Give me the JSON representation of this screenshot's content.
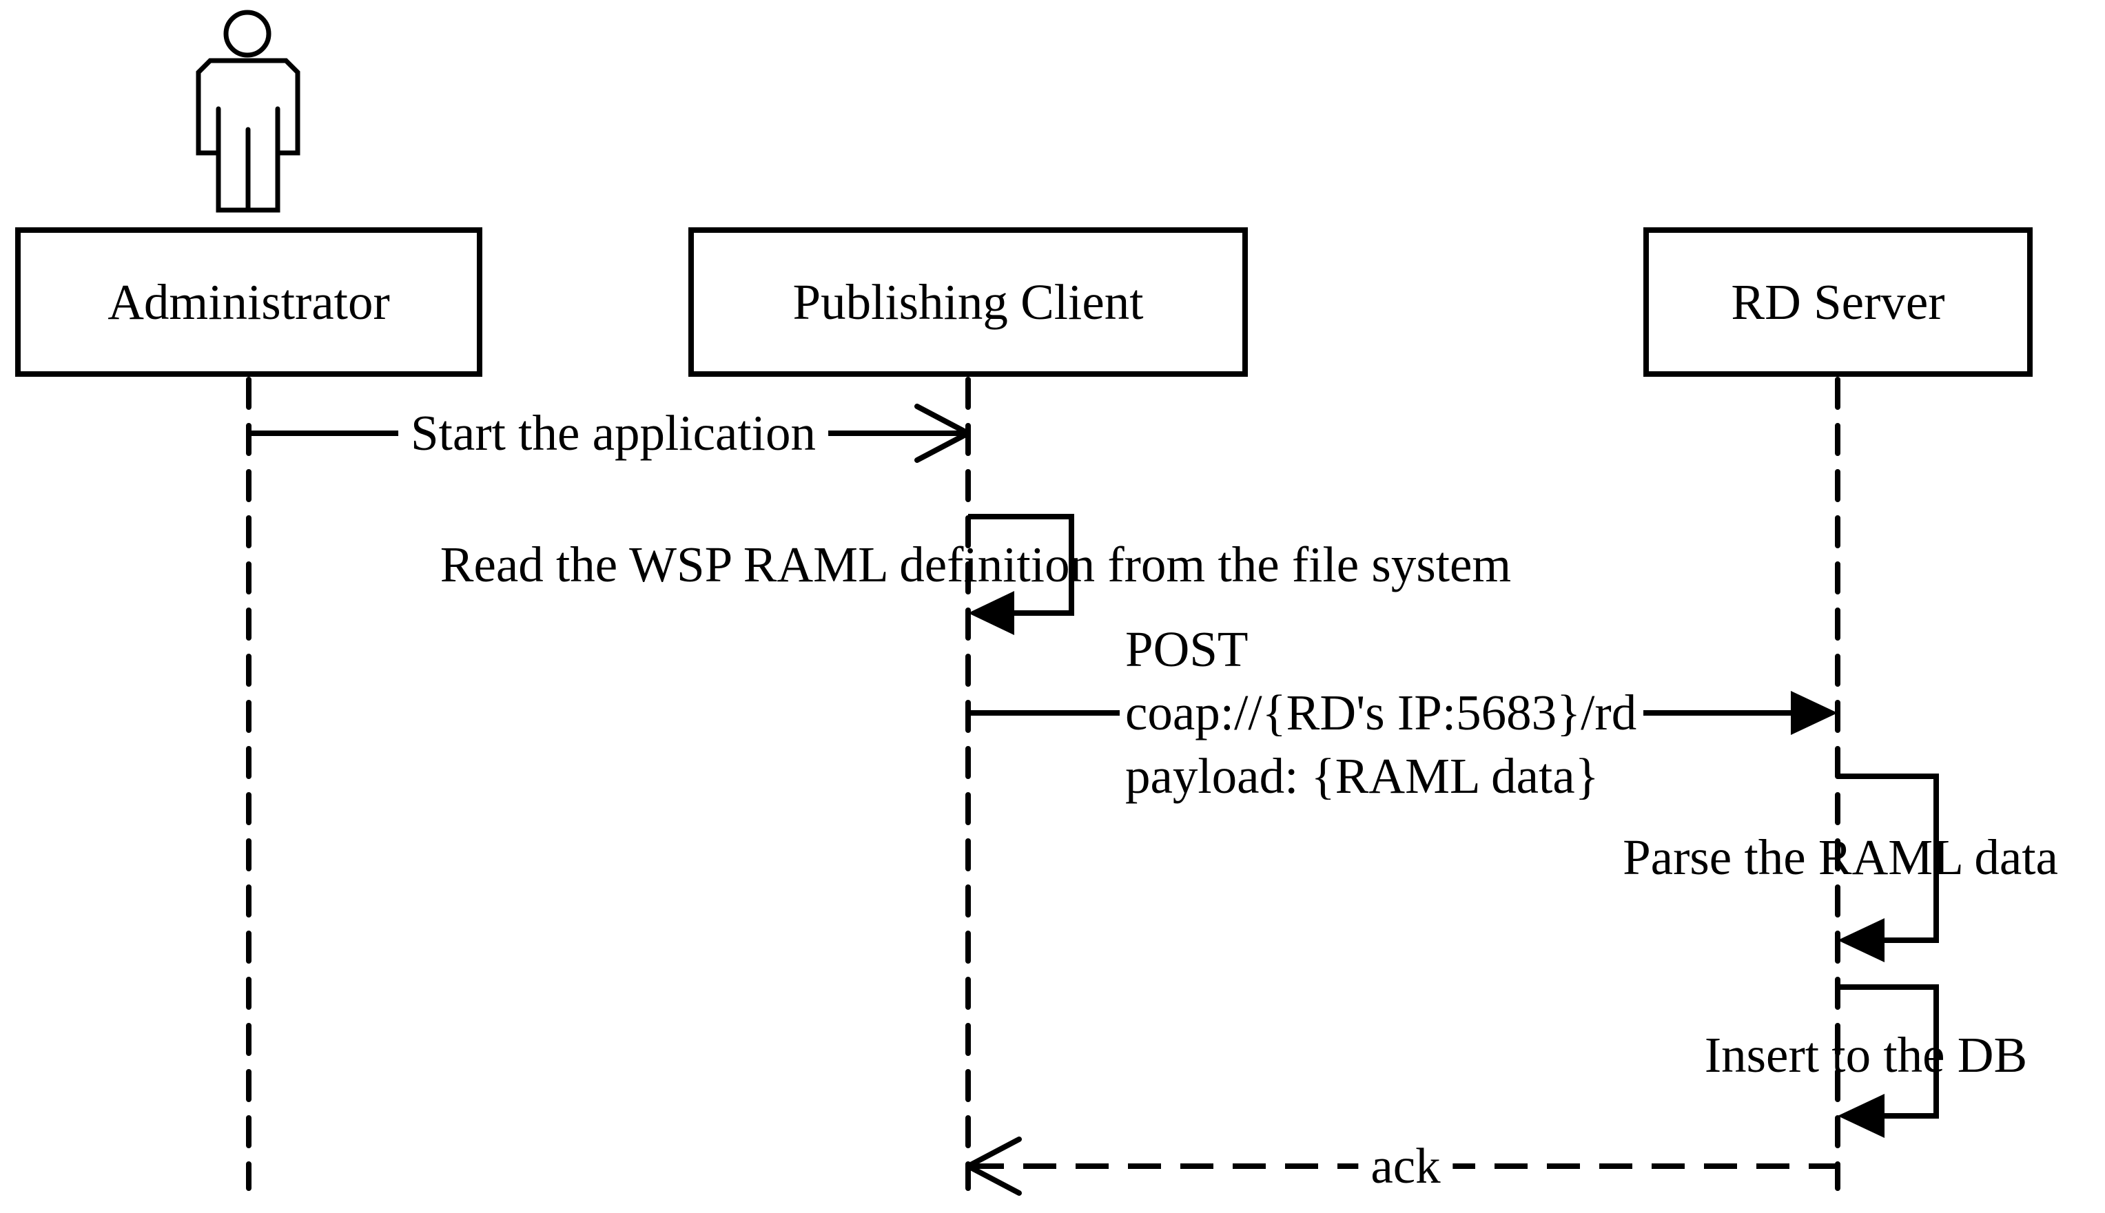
{
  "diagram": {
    "type": "uml-sequence-diagram",
    "colors": {
      "stroke": "#000000",
      "background": "#ffffff"
    },
    "participants": [
      {
        "label": "Administrator",
        "kind": "actor",
        "icon": "person-actor-icon"
      },
      {
        "label": "Publishing Client",
        "kind": "lifeline-box"
      },
      {
        "label": "RD Server",
        "kind": "lifeline-box"
      }
    ],
    "messages": [
      {
        "label": "Start the application",
        "from": "Administrator",
        "to": "Publishing Client",
        "line_style": "solid",
        "arrowhead": "open",
        "self_message": false
      },
      {
        "label": "Read the WSP RAML definition from the file system",
        "from": "Publishing Client",
        "to": "Publishing Client",
        "line_style": "solid",
        "arrowhead": "filled",
        "self_message": true
      },
      {
        "lines": [
          "POST",
          "coap://{RD's IP:5683}/rd",
          "payload: {RAML data}"
        ],
        "from": "Publishing Client",
        "to": "RD Server",
        "line_style": "solid",
        "arrowhead": "filled",
        "self_message": false
      },
      {
        "label": "Parse the RAML data",
        "from": "RD Server",
        "to": "RD Server",
        "line_style": "solid",
        "arrowhead": "filled",
        "self_message": true
      },
      {
        "label": "Insert to the DB",
        "from": "RD Server",
        "to": "RD Server",
        "line_style": "solid",
        "arrowhead": "filled",
        "self_message": true
      },
      {
        "label": "ack",
        "from": "RD Server",
        "to": "Publishing Client",
        "line_style": "dashed",
        "arrowhead": "open",
        "self_message": false
      }
    ]
  }
}
